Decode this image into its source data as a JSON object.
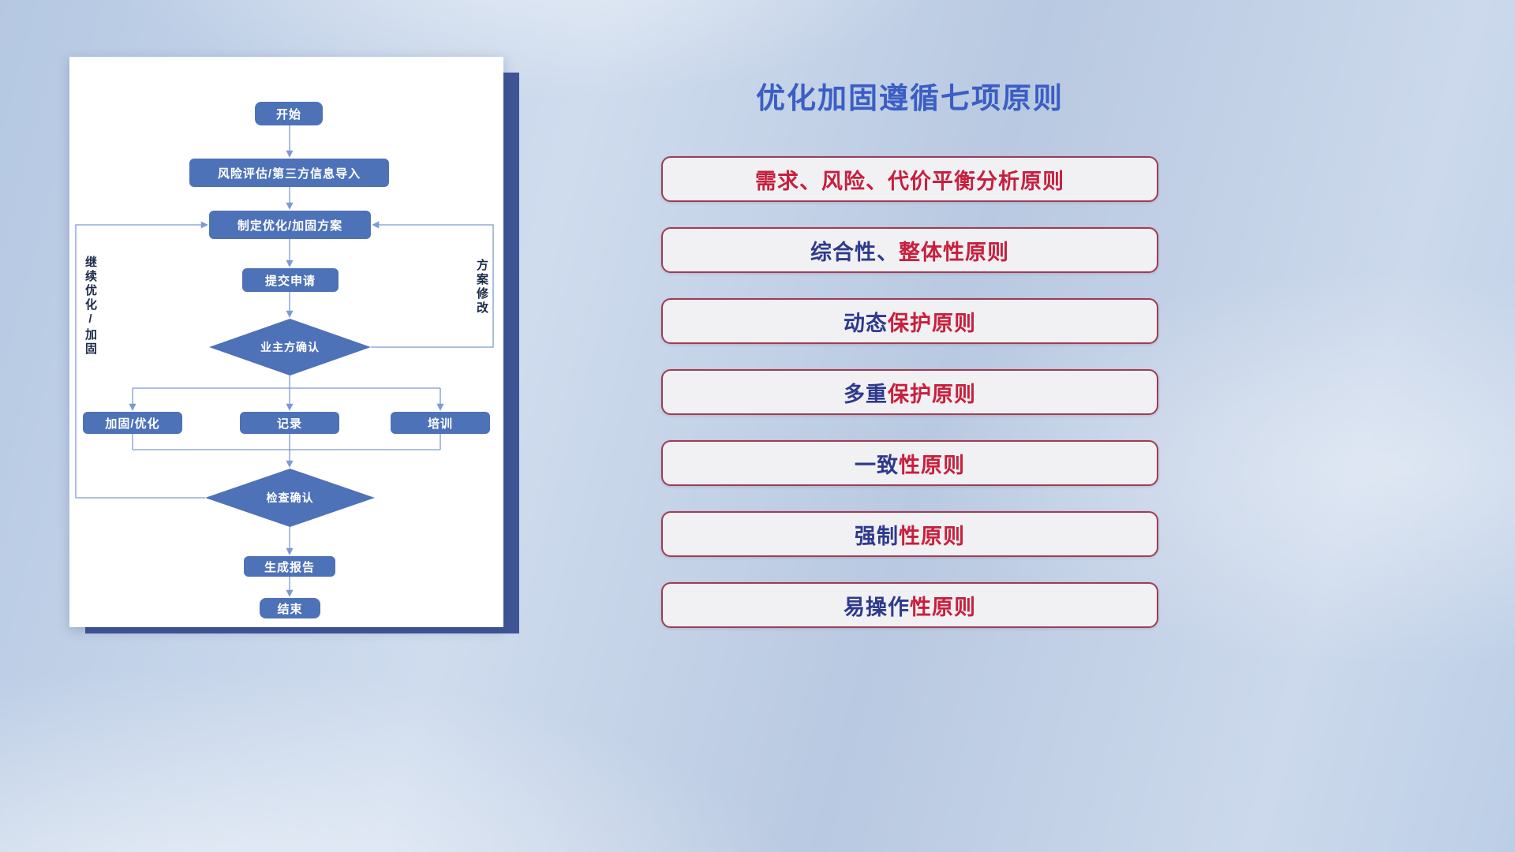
{
  "colors": {
    "accent-blue": "#3a5ec4",
    "navy-text": "#2e3a8c",
    "red-text": "#c71f3d",
    "node-blue": "#4e72b8",
    "line-blue": "#7d9bd0",
    "shadow-navy": "#3f5596",
    "box-border": "#a43a52",
    "box-bg": "#f1f1f3"
  },
  "flowchart": {
    "nodes": {
      "start": "开始",
      "risk": "风险评估/第三方信息导入",
      "plan": "制定优化/加固方案",
      "submit": "提交申请",
      "owner_confirm": "业主方确认",
      "reinforce": "加固/优化",
      "record": "记录",
      "training": "培训",
      "check_confirm": "检查确认",
      "report": "生成报告",
      "end": "结束"
    },
    "edge_labels": {
      "continue": "继续优化/加固",
      "modify": "方案修改"
    }
  },
  "principles": {
    "title": "优化加固遵循七项原则",
    "items": [
      {
        "pre": "",
        "main": "需求、风险、代价平衡分析原则"
      },
      {
        "pre": "综合性、",
        "main": "整体性原则"
      },
      {
        "pre": "动态",
        "main": "保护原则"
      },
      {
        "pre": "多重",
        "main": "保护原则"
      },
      {
        "pre": "一致",
        "main": "性原则"
      },
      {
        "pre": "强制",
        "main": "性原则"
      },
      {
        "pre": "易操作",
        "main": "性原则"
      }
    ]
  }
}
